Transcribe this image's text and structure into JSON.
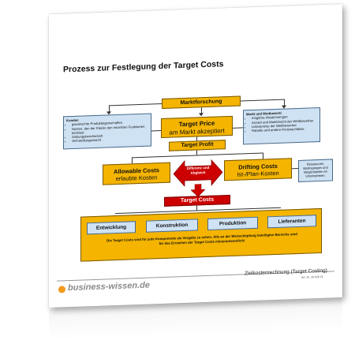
{
  "title": "Prozess zur Festlegung der Target Costs",
  "marktforschung": "Marktforschung",
  "kunden": {
    "heading": "Kunden",
    "items": [
      "gewünschte Produkteigenschaften",
      "Nutzen, den der Käufer den einzelnen Funktionen beimisst",
      "Zahlungsbereitschaft",
      "Verhandlungsmacht"
    ]
  },
  "wettbewerb": {
    "heading": "Markt und Wettbewerb",
    "items": [
      "mögliche Absatzmengen",
      "Anzahl und Marktmacht der Wettbewerber",
      "Listenpreise der Wettbewerber",
      "Rabatte und andere Preisnachlässe"
    ]
  },
  "target_price": {
    "title": "Target Price",
    "sub": "am Markt akzeptiert"
  },
  "target_profit": "Target Profit",
  "allowable": {
    "title": "Allowable Costs",
    "sub": "erlaubte Kosten"
  },
  "drifting": {
    "title": "Drifting Costs",
    "sub": "Ist-/Plan-Kosten"
  },
  "differenz": "Differenz und Abgleich",
  "ressourcen": "Ressourcen, Bedingungen und Möglichkeiten im Unternehmen.",
  "target_costs": "Target Costs",
  "components": [
    "Entwicklung",
    "Konstruktion",
    "Produktion",
    "Lieferanten"
  ],
  "note": "Die Target Costs sind für jede Komponente als Vorgabe zu sehen. Alle an der Wertschöpfung beteiligten Bereiche sind für das Erreichen der Target Costs mitverantwortlich!",
  "logo": "business-wissen.de",
  "footer_title": "Zielkostenrechnung (Target Costing)",
  "footer_nr": "Art.-Nr. 30 028 21",
  "colors": {
    "orange": "#f4b400",
    "blue": "#cfe2f3",
    "red": "#cc0000",
    "logo": "#f29a1f"
  }
}
